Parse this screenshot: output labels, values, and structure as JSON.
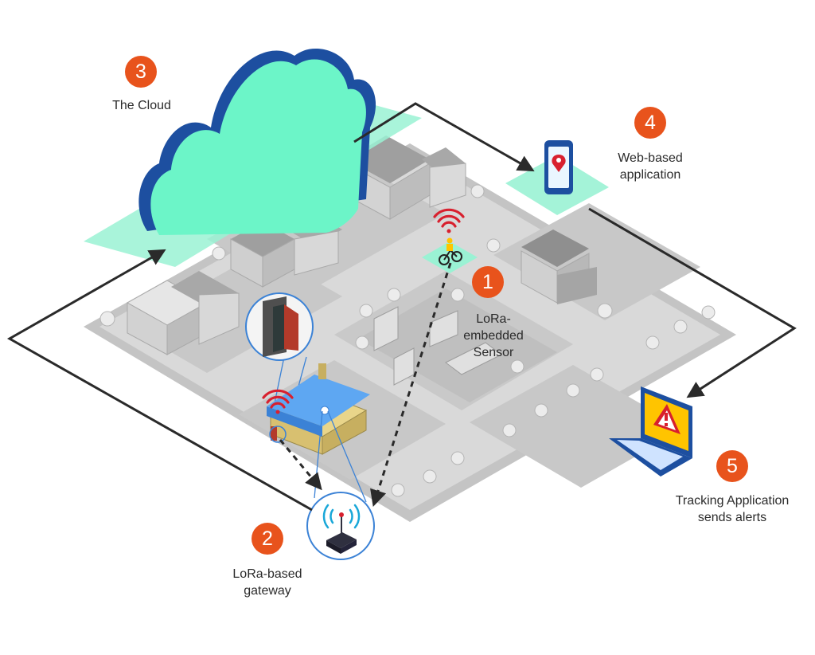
{
  "colors": {
    "accent": "#E8531C",
    "cloud_fill": "#6CF5C8",
    "cloud_edge": "#1D4FA0",
    "wifi": "#D8202E",
    "path": "#2a2a2a",
    "ground": "#bdbdbd",
    "road": "#d6d6d6",
    "panel": "#9AF2D4"
  },
  "steps": [
    {
      "number": "1",
      "label": "LoRa-\nembedded\nSensor"
    },
    {
      "number": "2",
      "label": "LoRa-based\ngateway"
    },
    {
      "number": "3",
      "label": "The Cloud"
    },
    {
      "number": "4",
      "label": "Web-based\napplication"
    },
    {
      "number": "5",
      "label": "Tracking Application\nsends alerts"
    }
  ],
  "icons": [
    "cloud-icon",
    "smartphone-map-pin-icon",
    "laptop-warning-icon",
    "wifi-signal-icon",
    "gateway-router-icon",
    "cyclist-icon",
    "house-icon",
    "door-icon"
  ]
}
